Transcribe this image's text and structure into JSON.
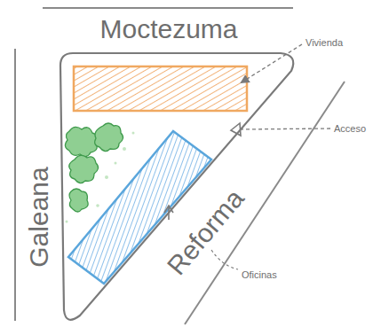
{
  "diagram": {
    "labels": [
      "Moctezuma",
      "Vivienda",
      "Acceso",
      "Galeana",
      "Reforma",
      "Oficinas"
    ]
  }
}
